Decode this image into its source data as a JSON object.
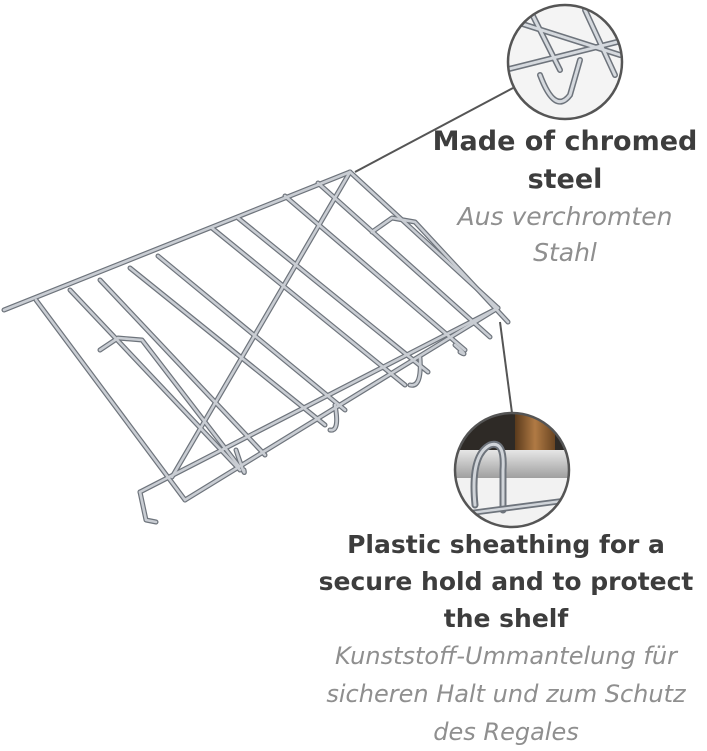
{
  "feature_chrome": {
    "title_en": "Made of chromed steel",
    "title_de": "Aus verchromten Stahl"
  },
  "feature_sheathing": {
    "title_en": "Plastic sheathing for a secure hold and to protect the shelf",
    "title_de": "Kunststoff-Ummantelung für sicheren Halt und zum Schutz des Regales"
  },
  "colors": {
    "chrome": "#b9bec6",
    "chrome_dark": "#6e747c",
    "english_text": "#3d3d3d",
    "german_text": "#8f8f8f",
    "leader_line": "#555555",
    "wood": "#9a6a3a"
  }
}
